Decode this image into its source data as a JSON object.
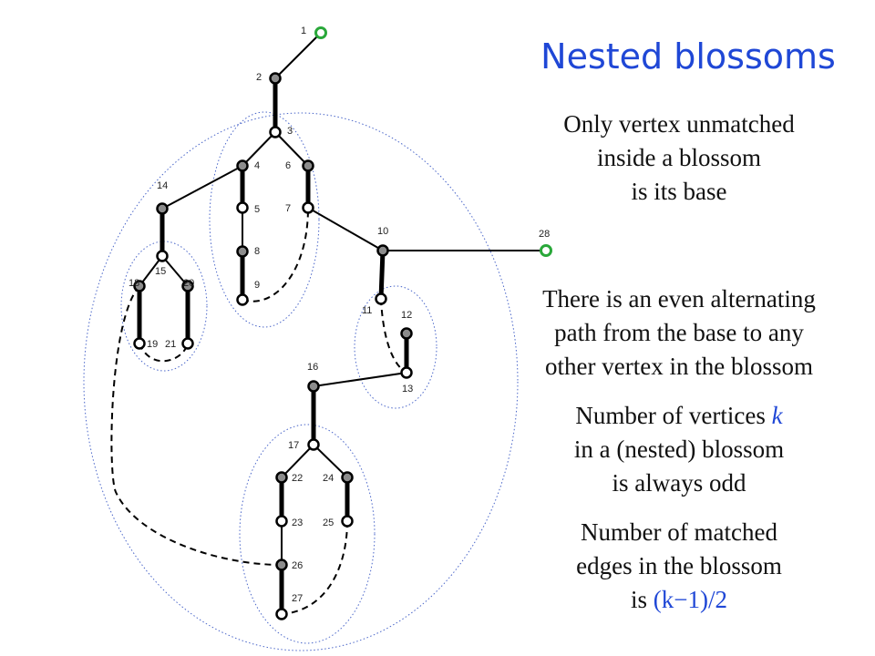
{
  "title": "Nested blossoms",
  "notes": {
    "base": [
      "Only vertex unmatched",
      "inside a blossom",
      "is its base"
    ],
    "path": [
      "There is an even alternating",
      "path from the base to any",
      "other vertex in the blossom"
    ],
    "vertices": {
      "line1_prefix": "Number of vertices ",
      "line1_var": "k",
      "line2": "in a (nested) blossom",
      "line3": "is always odd"
    },
    "edges": {
      "line1": "Number of matched",
      "line2": "edges in the blossom",
      "line3_prefix": "is ",
      "line3_formula": "(k−1)/2"
    }
  },
  "colors": {
    "title": "#1f47d6",
    "blossom_border": "#4a66c9",
    "exposed_vertex": "#2aa83a",
    "matched_vertex": "#8c8c8c",
    "edge": "#000000"
  },
  "vertices": [
    {
      "id": "1",
      "type": "exposed"
    },
    {
      "id": "2",
      "type": "matched"
    },
    {
      "id": "3",
      "type": "plain"
    },
    {
      "id": "4",
      "type": "matched"
    },
    {
      "id": "5",
      "type": "plain"
    },
    {
      "id": "6",
      "type": "matched"
    },
    {
      "id": "7",
      "type": "plain"
    },
    {
      "id": "8",
      "type": "matched"
    },
    {
      "id": "9",
      "type": "plain"
    },
    {
      "id": "10",
      "type": "matched"
    },
    {
      "id": "11",
      "type": "plain"
    },
    {
      "id": "12",
      "type": "matched"
    },
    {
      "id": "13",
      "type": "plain"
    },
    {
      "id": "14",
      "type": "matched"
    },
    {
      "id": "15",
      "type": "plain"
    },
    {
      "id": "16",
      "type": "matched"
    },
    {
      "id": "17",
      "type": "plain"
    },
    {
      "id": "18",
      "type": "matched"
    },
    {
      "id": "19",
      "type": "plain"
    },
    {
      "id": "20",
      "type": "matched"
    },
    {
      "id": "21",
      "type": "plain"
    },
    {
      "id": "22",
      "type": "matched"
    },
    {
      "id": "23",
      "type": "plain"
    },
    {
      "id": "24",
      "type": "matched"
    },
    {
      "id": "25",
      "type": "plain"
    },
    {
      "id": "26",
      "type": "matched"
    },
    {
      "id": "27",
      "type": "plain"
    },
    {
      "id": "28",
      "type": "exposed"
    }
  ],
  "edges": [
    {
      "from": "1",
      "to": "2",
      "kind": "unmatched"
    },
    {
      "from": "2",
      "to": "3",
      "kind": "matched"
    },
    {
      "from": "3",
      "to": "4",
      "kind": "unmatched"
    },
    {
      "from": "3",
      "to": "6",
      "kind": "unmatched"
    },
    {
      "from": "4",
      "to": "5",
      "kind": "matched"
    },
    {
      "from": "5",
      "to": "8",
      "kind": "unmatched"
    },
    {
      "from": "8",
      "to": "9",
      "kind": "matched"
    },
    {
      "from": "6",
      "to": "7",
      "kind": "matched"
    },
    {
      "from": "9",
      "to": "7",
      "kind": "dashed"
    },
    {
      "from": "4",
      "to": "14",
      "kind": "unmatched"
    },
    {
      "from": "14",
      "to": "15",
      "kind": "matched"
    },
    {
      "from": "15",
      "to": "18",
      "kind": "unmatched"
    },
    {
      "from": "15",
      "to": "20",
      "kind": "unmatched"
    },
    {
      "from": "18",
      "to": "19",
      "kind": "matched"
    },
    {
      "from": "20",
      "to": "21",
      "kind": "matched"
    },
    {
      "from": "19",
      "to": "21",
      "kind": "dashed"
    },
    {
      "from": "7",
      "to": "10",
      "kind": "unmatched"
    },
    {
      "from": "10",
      "to": "28",
      "kind": "unmatched"
    },
    {
      "from": "10",
      "to": "11",
      "kind": "matched"
    },
    {
      "from": "12",
      "to": "13",
      "kind": "matched"
    },
    {
      "from": "11",
      "to": "13",
      "kind": "dashed"
    },
    {
      "from": "13",
      "to": "16",
      "kind": "unmatched"
    },
    {
      "from": "16",
      "to": "17",
      "kind": "matched"
    },
    {
      "from": "17",
      "to": "22",
      "kind": "unmatched"
    },
    {
      "from": "17",
      "to": "24",
      "kind": "unmatched"
    },
    {
      "from": "22",
      "to": "23",
      "kind": "matched"
    },
    {
      "from": "24",
      "to": "25",
      "kind": "matched"
    },
    {
      "from": "23",
      "to": "26",
      "kind": "unmatched"
    },
    {
      "from": "26",
      "to": "27",
      "kind": "matched"
    },
    {
      "from": "25",
      "to": "27",
      "kind": "dashed"
    },
    {
      "from": "18",
      "to": "26",
      "kind": "dashed"
    }
  ]
}
